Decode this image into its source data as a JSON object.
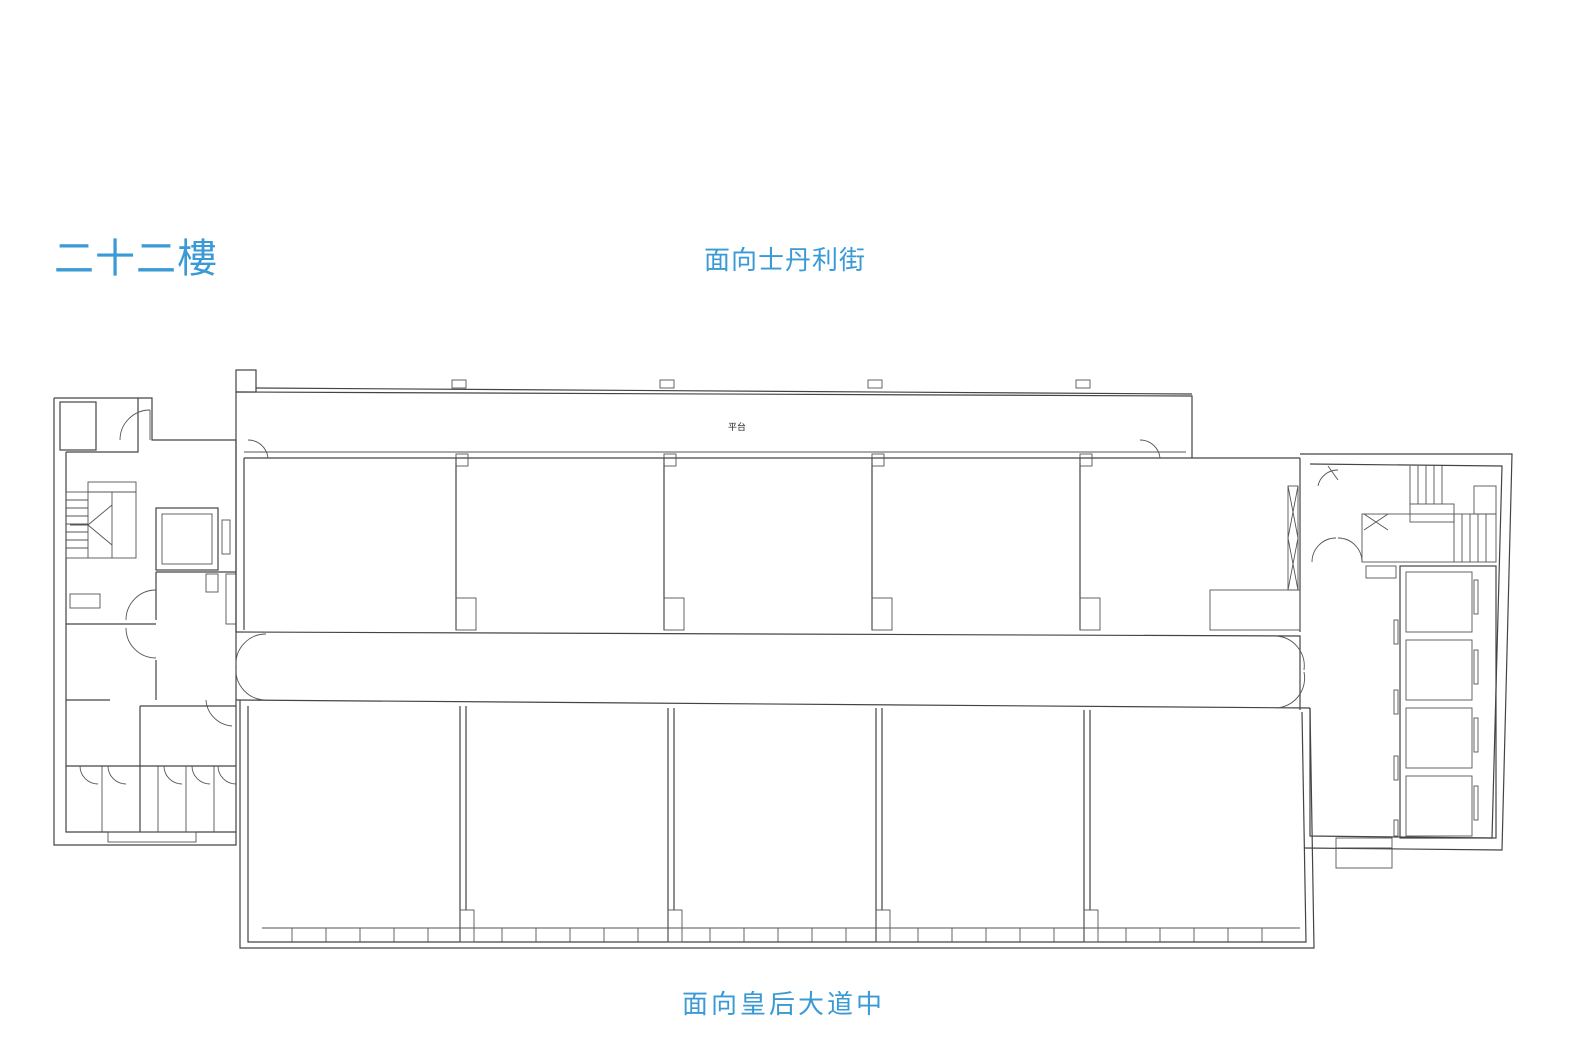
{
  "floor_label": "二十二樓",
  "street_top": "面向士丹利街",
  "street_bottom": "面向皇后大道中",
  "terrace_label": "平台",
  "colors": {
    "label": "#3a9ad6",
    "line": "#444444"
  }
}
